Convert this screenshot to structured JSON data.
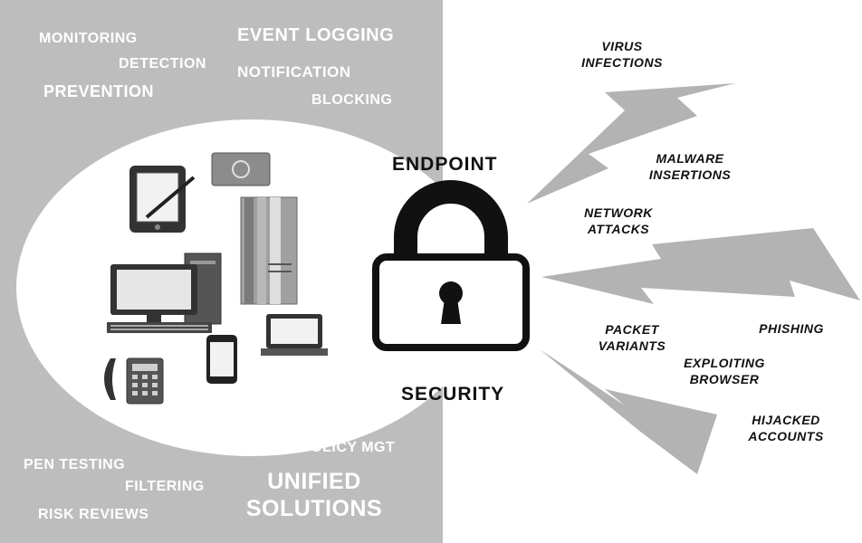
{
  "left_panel": {
    "capabilities_top": [
      "MONITORING",
      "EVENT LOGGING",
      "DETECTION",
      "NOTIFICATION",
      "PREVENTION",
      "BLOCKING"
    ],
    "capabilities_bottom": [
      "POLICY MGT",
      "PEN TESTING",
      "FILTERING",
      "UNIFIED SOLUTIONS",
      "RISK REVIEWS"
    ]
  },
  "center": {
    "title_top": "ENDPOINT",
    "title_bottom": "SECURITY",
    "icon": "padlock-icon"
  },
  "devices": [
    "tablet-icon",
    "webcam-icon",
    "server-tower-icon",
    "desktop-computer-icon",
    "laptop-icon",
    "smartphone-icon",
    "desk-phone-icon"
  ],
  "threats": [
    "VIRUS\nINFECTIONS",
    "MALWARE\nINSERTIONS",
    "NETWORK\nATTACKS",
    "PACKET\nVARIANTS",
    "PHISHING",
    "EXPLOITING\nBROWSER",
    "HIJACKED\nACCOUNTS"
  ],
  "colors": {
    "panel": "#bdbdbd",
    "bolt": "#b3b3b3",
    "text_dark": "#111111",
    "text_light": "#ffffff"
  }
}
